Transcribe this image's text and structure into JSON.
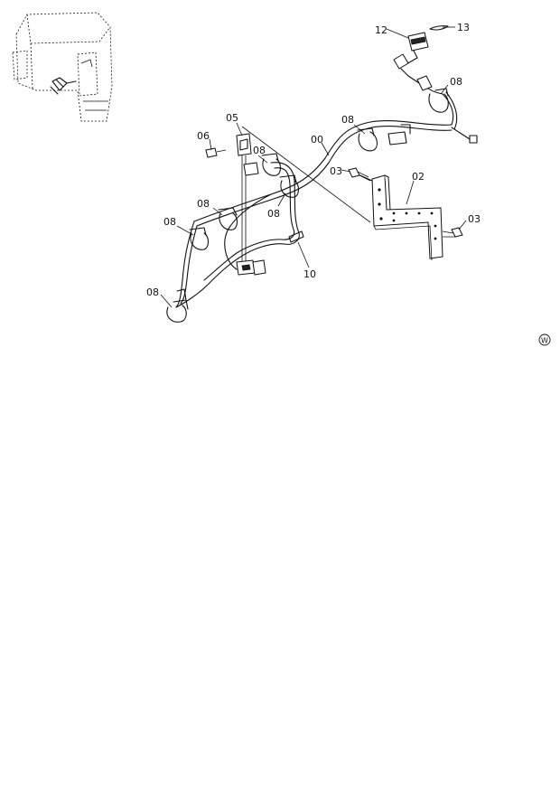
{
  "labels": {
    "c12": "12",
    "c13": "13",
    "c08_top": "08",
    "c08_mid": "08",
    "c00": "00",
    "c05": "05",
    "c06": "06",
    "c08_upper": "08",
    "c03_left": "03",
    "c02": "02",
    "c03_right": "03",
    "c08_center": "08",
    "c08_left": "08",
    "c08_farleft": "08",
    "c10": "10",
    "c08_bottom": "08"
  },
  "mark": "W"
}
